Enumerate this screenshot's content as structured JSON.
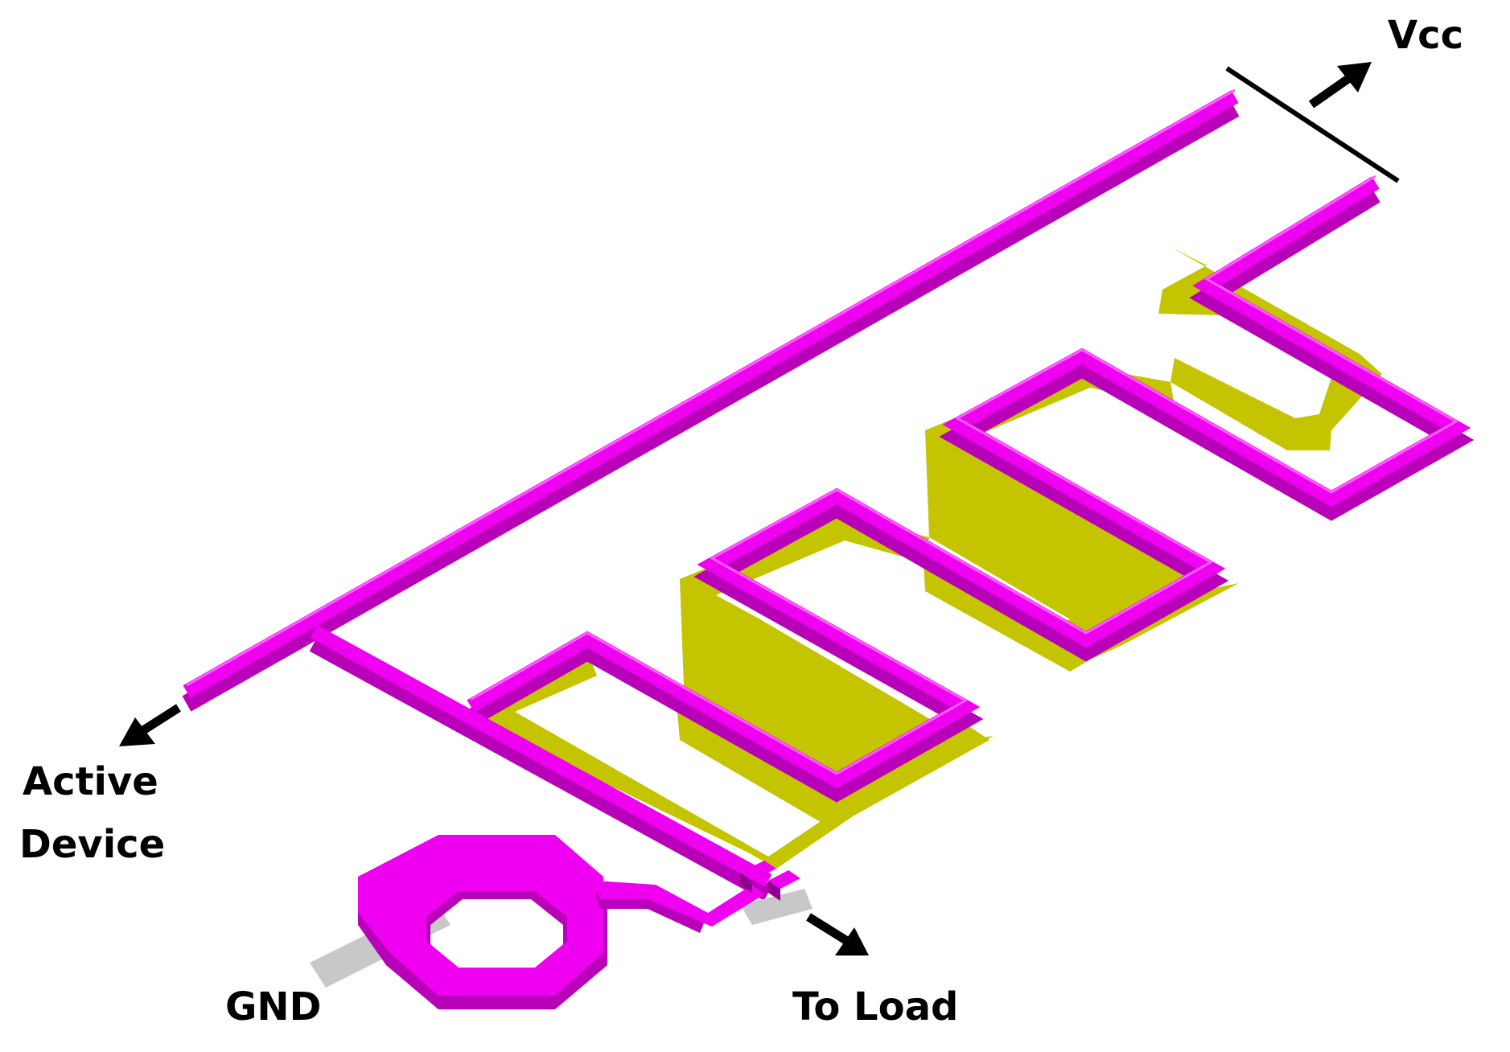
{
  "labels": {
    "vcc": "Vcc",
    "active_line1": "Active",
    "active_line2": "Device",
    "gnd": "GND",
    "to_load": "To Load"
  },
  "colors": {
    "trace_top": "#f000f0",
    "trace_side": "#b800b8",
    "trace_dark": "#900090",
    "ground_plane": "#c4c400",
    "ground_pad": "#c8c8c8",
    "arrow": "#000000",
    "background": "#ffffff"
  },
  "icons": {
    "vcc_arrow": "arrow-up-right-icon",
    "active_arrow": "arrow-down-left-icon",
    "load_arrow": "arrow-down-right-icon"
  }
}
